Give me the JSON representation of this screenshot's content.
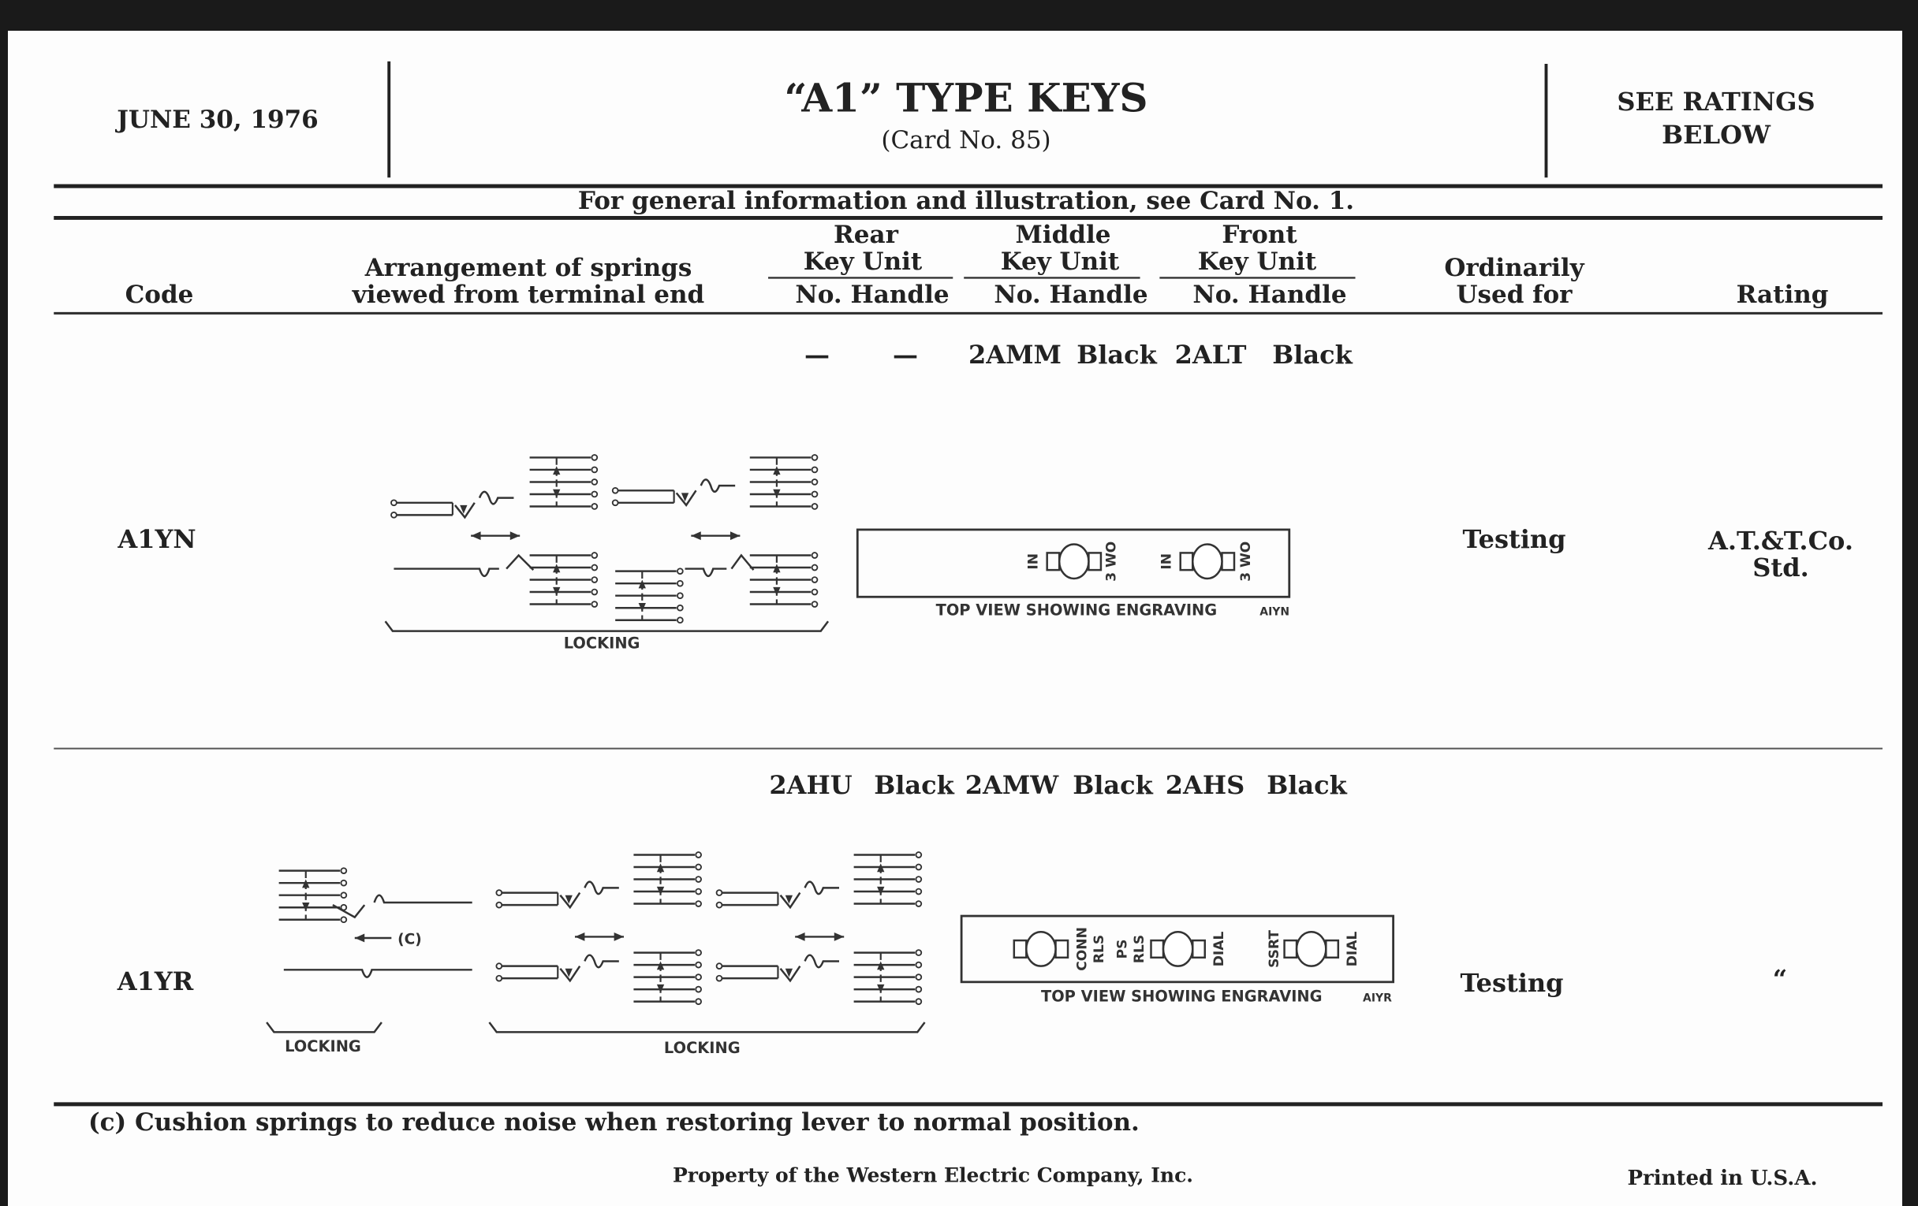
{
  "header": {
    "date": "JUNE 30, 1976",
    "title": "“A1” TYPE KEYS",
    "card": "(Card No. 85)",
    "ratings_note_1": "SEE RATINGS",
    "ratings_note_2": "BELOW",
    "general_info": "For general information and illustration, see Card No. 1."
  },
  "columns": {
    "code": "Code",
    "arrangement_1": "Arrangement of springs",
    "arrangement_2": "viewed from terminal end",
    "rear_1": "Rear",
    "middle_1": "Middle",
    "front_1": "Front",
    "key_unit": "Key Unit",
    "no_handle": "No.  Handle",
    "used_1": "Ordinarily",
    "used_2": "Used for",
    "rating": "Rating"
  },
  "rows": [
    {
      "code": "A1YN",
      "rear_no": "—",
      "rear_handle": "—",
      "middle_no": "2AMM",
      "middle_handle": "Black",
      "front_no": "2ALT",
      "front_handle": "Black",
      "used_for": "Testing",
      "rating_1": "A.T.&T.Co.",
      "rating_2": "Std.",
      "locking": "LOCKING",
      "top_view": "TOP VIEW SHOWING ENGRAVING",
      "top_view_code": "AIYN",
      "engravings": [
        "IN",
        "3 WO",
        "IN",
        "3 WO"
      ]
    },
    {
      "code": "A1YR",
      "rear_no": "2AHU",
      "rear_handle": "Black",
      "middle_no": "2AMW",
      "middle_handle": "Black",
      "front_no": "2AHS",
      "front_handle": "Black",
      "used_for": "Testing",
      "rating_1": "“",
      "locking": "LOCKING",
      "cushion": "(C)",
      "top_view": "TOP VIEW SHOWING ENGRAVING",
      "top_view_code": "AIYR",
      "engravings": [
        "CONN",
        "RLS",
        "PS",
        "RLS",
        "DIAL",
        "SSRT",
        "DIAL"
      ]
    }
  ],
  "footnote": "(c)  Cushion springs to reduce noise when restoring lever to normal position.",
  "footer": {
    "property": "Property of the Western Electric Company, Inc.",
    "printed": "Printed in U.S.A."
  }
}
